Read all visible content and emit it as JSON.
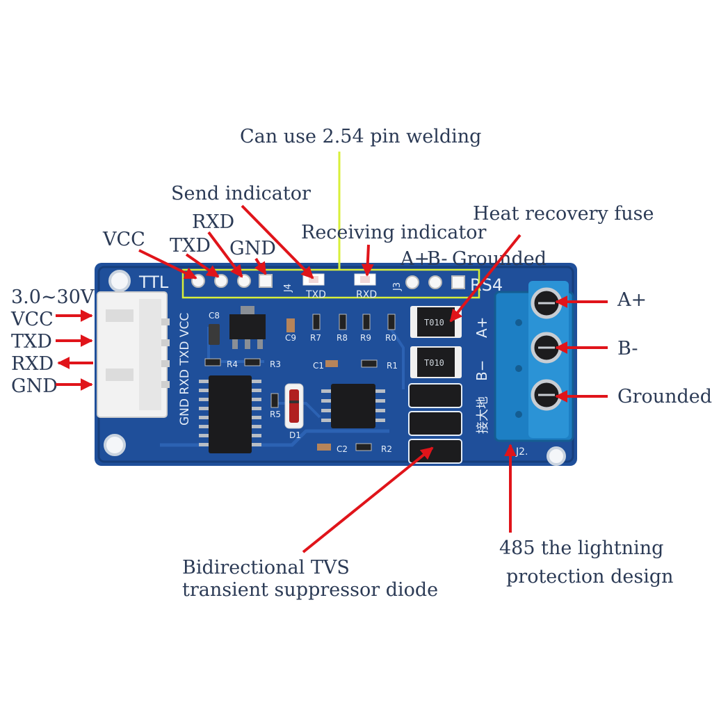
{
  "colors": {
    "pcb_blue": "#1f4f9a",
    "pcb_dark": "#163e7c",
    "silk": "#e6eef8",
    "arrow_red": "#e0141a",
    "highlight_yellow": "#d8ef3a",
    "terminal_blue": "#1d7fc4",
    "connector_white": "#f2f2f2",
    "caption_text": "#2b3a55"
  },
  "captions": {
    "pin_welding": "Can use 2.54 pin welding",
    "send_indicator": "Send indicator",
    "receiving_indicator": "Receiving indicator",
    "heat_fuse": "Heat recovery fuse",
    "tvs_line1": "Bidirectional TVS",
    "tvs_line2": "transient suppressor diode",
    "lightning_line1": "485 the lightning",
    "lightning_line2": "protection design"
  },
  "header_pins": {
    "left": [
      "VCC",
      "TXD",
      "RXD",
      "GND"
    ],
    "right": [
      "A+",
      "B-",
      "Grounded"
    ]
  },
  "left_side": {
    "voltage": "3.0~30V",
    "pins": [
      "VCC",
      "TXD",
      "RXD",
      "GND"
    ]
  },
  "right_side": {
    "terminals": [
      "A+",
      "B-",
      "Grounded"
    ]
  },
  "silkscreen": {
    "ttl": "TTL",
    "rs": "RS4",
    "j4": "J4",
    "j3": "J3",
    "j2": "J2.",
    "txd_led": "TXD",
    "rxd_led": "RXD",
    "c8": "C8",
    "c9": "C9",
    "r7": "R7",
    "r8": "R8",
    "r9": "R9",
    "r0": "R0",
    "r4": "R4",
    "r3": "R3",
    "c1": "C1",
    "r1": "R1",
    "r5": "R5",
    "d1": "D1",
    "c2": "C2",
    "r2": "R2",
    "vert_gnd_rxd_txd_vcc": "GND RXD TXD VCC",
    "vert_a_plus": "A+",
    "vert_b_minus": "B−",
    "vert_ground_cn": "接大地",
    "fuse_code": "T010"
  }
}
